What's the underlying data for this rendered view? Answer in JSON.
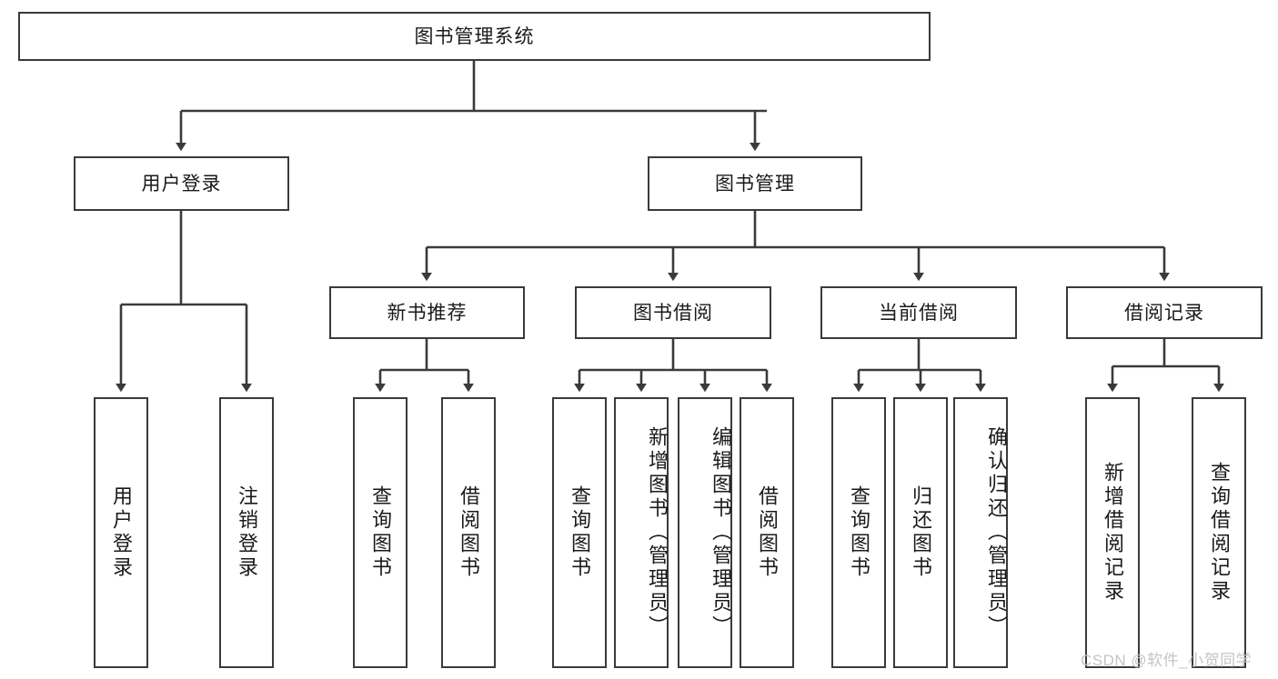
{
  "diagram": {
    "type": "tree",
    "title": "图书管理系统",
    "orientation": "top-down",
    "stroke_color": "#3a3a3a",
    "fill_color": "#ffffff",
    "text_color": "#1a1a1a",
    "levels": 4
  },
  "root": {
    "label": "图书管理系统"
  },
  "level2": [
    {
      "label": "用户登录"
    },
    {
      "label": "图书管理"
    }
  ],
  "level3": [
    {
      "label": "新书推荐"
    },
    {
      "label": "图书借阅"
    },
    {
      "label": "当前借阅"
    },
    {
      "label": "借阅记录"
    }
  ],
  "leaves": {
    "user_login": [
      {
        "label": "用户登录"
      },
      {
        "label": "注销登录"
      }
    ],
    "new_book_recommend": [
      {
        "label": "查询图书"
      },
      {
        "label": "借阅图书"
      }
    ],
    "book_borrow": [
      {
        "label": "查询图书"
      },
      {
        "label": "新增图书（管理员）"
      },
      {
        "label": "编辑图书（管理员）"
      },
      {
        "label": "借阅图书"
      }
    ],
    "current_borrow": [
      {
        "label": "查询图书"
      },
      {
        "label": "归还图书"
      },
      {
        "label": "确认归还（管理员）"
      }
    ],
    "borrow_record": [
      {
        "label": "新增借阅记录"
      },
      {
        "label": "查询借阅记录"
      }
    ]
  },
  "watermark": {
    "text": "CSDN @软件_小贺同学"
  }
}
